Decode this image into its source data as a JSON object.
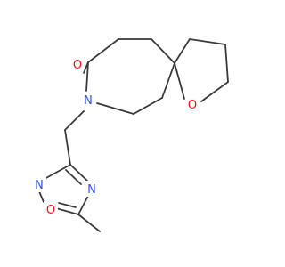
{
  "colors": {
    "bond": "#3a3a3a",
    "oxygen": "#ff0d0d",
    "nitrogen": "#3050f8",
    "background": "#ffffff"
  },
  "atoms": {
    "carbonyl_oxygen": "O",
    "lactam_nitrogen": "N",
    "ring_oxygen": "O",
    "oxadiazole_nitrogen_left": "N",
    "oxadiazole_nitrogen_right": "N",
    "oxadiazole_oxygen": "O"
  }
}
